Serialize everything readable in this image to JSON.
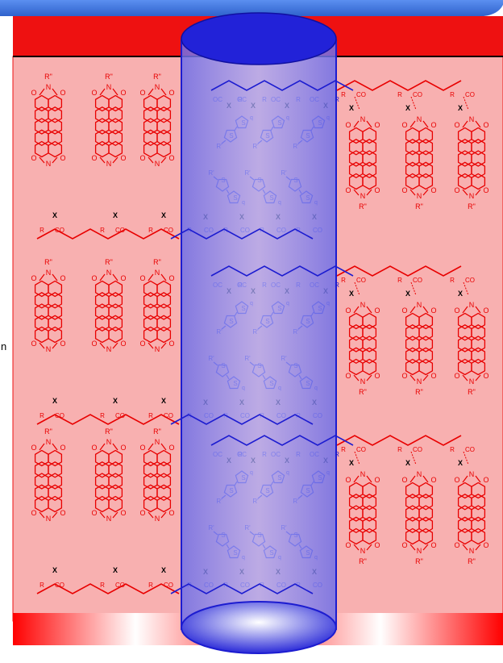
{
  "colors": {
    "top_banner": "#3a6fd8",
    "red_header": "#ee1111",
    "panel_pink": "#f8b0b0",
    "acceptor_red": "#e80000",
    "donor_blue": "#1c1cd0",
    "cylinder_fill": "#8f8ff0",
    "cylinder_cap": "#2222d8",
    "backbone": "#000000"
  },
  "labels": {
    "R_double_prime": "R\"",
    "R_prime": "R'",
    "R": "R",
    "X": "X",
    "q": "q",
    "S": "S",
    "O": "O",
    "N": "N",
    "OC": "OC",
    "CO": "CO"
  },
  "bands": [
    {
      "name": "band-1",
      "donor_on_top": true
    },
    {
      "name": "band-2",
      "donor_on_top": true
    },
    {
      "name": "band-3",
      "donor_on_top": true
    }
  ],
  "edge_label": "n"
}
